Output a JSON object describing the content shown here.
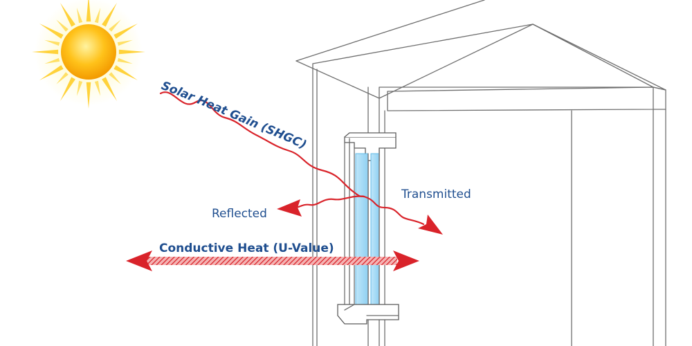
{
  "labels": {
    "shgc": "Solar Heat Gain (SHGC)",
    "transmitted": "Transmitted",
    "reflected": "Reflected",
    "conductive": "Conductive Heat (U-Value)"
  },
  "colors": {
    "label_text": "#1f4e8f",
    "heat_arrows": "#d9232a",
    "glass": "#a9dcf5",
    "glass_edge": "#5fb8e6",
    "sun_core": "#ffc21a",
    "sun_rays": "#ffd23a",
    "building_lines": "#6e6e6e"
  },
  "icons": {
    "sun": "sun-icon"
  }
}
